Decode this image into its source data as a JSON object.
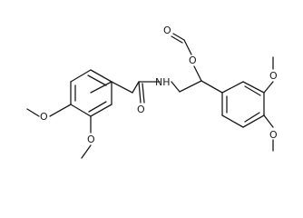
{
  "structure": {
    "atoms": {
      "amide_n": "NH",
      "amide_o": "O",
      "ester_o": "O",
      "formyl_o": "O",
      "left_ome_para_o": "O",
      "left_ome_meta_o": "O",
      "right_ome_meta_o": "O",
      "right_ome_para_o": "O"
    }
  }
}
